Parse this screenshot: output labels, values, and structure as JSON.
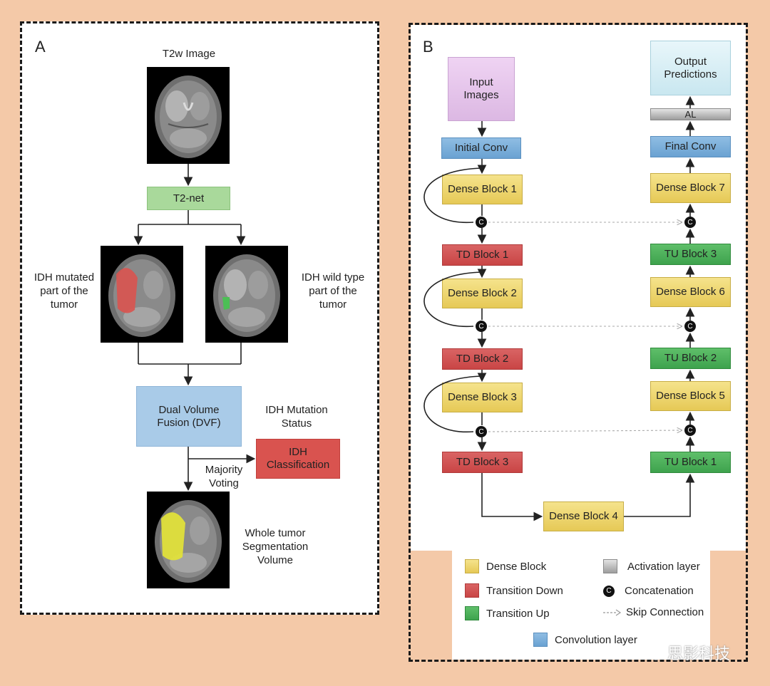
{
  "panel_a": {
    "letter": "A",
    "input_label": "T2w Image",
    "t2net": "T2-net",
    "mutated_label": "IDH mutated part of the tumor",
    "wildtype_label": "IDH wild type part of the tumor",
    "dvf": "Dual Volume Fusion (DVF)",
    "status_label": "IDH Mutation Status",
    "classification": "IDH Classification",
    "voting": "Majority Voting",
    "segmentation_label": "Whole tumor Segmentation Volume"
  },
  "panel_b": {
    "letter": "B",
    "input": "Input Images",
    "initial_conv": "Initial Conv",
    "dense1": "Dense Block 1",
    "td1": "TD Block 1",
    "dense2": "Dense Block 2",
    "td2": "TD Block 2",
    "dense3": "Dense Block 3",
    "td3": "TD Block 3",
    "dense4": "Dense Block 4",
    "tu1": "TU Block 1",
    "dense5": "Dense Block 5",
    "tu2": "TU Block 2",
    "dense6": "Dense Block 6",
    "tu3": "TU Block 3",
    "dense7": "Dense Block 7",
    "final_conv": "Final Conv",
    "al": "AL",
    "output": "Output Predictions",
    "concat_symbol": "C"
  },
  "legend": {
    "dense": "Dense Block",
    "td": "Transition Down",
    "tu": "Transition Up",
    "conv": "Convolution layer",
    "activation": "Activation layer",
    "concat": "Concatenation",
    "skip": "Skip Connection"
  },
  "watermark": "思影科技",
  "colors": {
    "dense": "#e6c956",
    "transition_down": "#c94545",
    "transition_up": "#3ea34d",
    "convolution": "#6aa2d2",
    "activation": "#9d9d9d",
    "t2net": "#a9d99b",
    "classification": "#d9534f"
  }
}
